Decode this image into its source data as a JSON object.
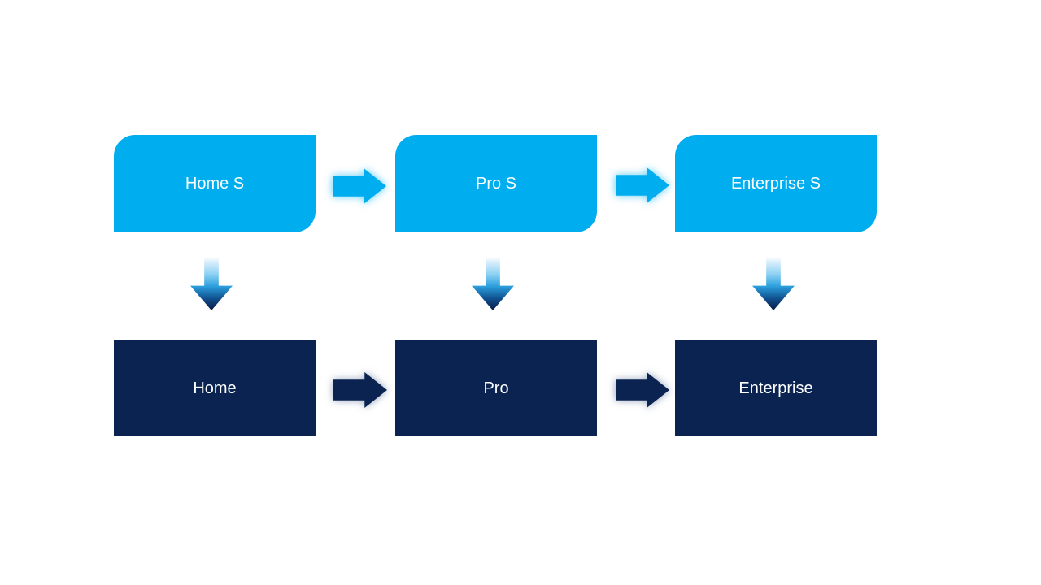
{
  "diagram": {
    "background_color": "#FFFFFF",
    "colors": {
      "cyan": "#00AEEF",
      "navy": "#0A2350",
      "label_text": "#FFFFFF"
    },
    "top_row": {
      "nodes": [
        {
          "label": "Home S"
        },
        {
          "label": "Pro S"
        },
        {
          "label": "Enterprise S"
        }
      ]
    },
    "bottom_row": {
      "nodes": [
        {
          "label": "Home"
        },
        {
          "label": "Pro"
        },
        {
          "label": "Enterprise"
        }
      ]
    }
  }
}
